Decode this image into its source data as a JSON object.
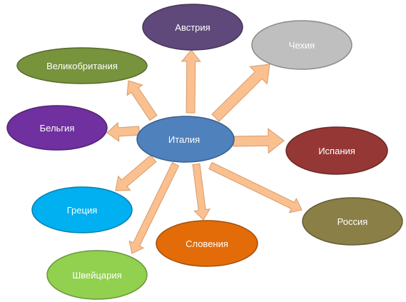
{
  "diagram": {
    "center": {
      "label": "Италия",
      "fill": "#4f81bd",
      "stroke": "#385d8a"
    },
    "nodes": [
      {
        "id": "avstriya",
        "label": "Австрия",
        "fill": "#5f497a"
      },
      {
        "id": "chehiya",
        "label": "Чехия",
        "fill": "#bfbfbf"
      },
      {
        "id": "velikobritaniya",
        "label": "Великобритания",
        "fill": "#77933c"
      },
      {
        "id": "belgiya",
        "label": "Бельгия",
        "fill": "#7030a0"
      },
      {
        "id": "ispaniya",
        "label": "Испания",
        "fill": "#953735"
      },
      {
        "id": "greciya",
        "label": "Греция",
        "fill": "#00b0f0"
      },
      {
        "id": "rossiya",
        "label": "Россия",
        "fill": "#8a7f47"
      },
      {
        "id": "sloveniya",
        "label": "Словения",
        "fill": "#e36c09"
      },
      {
        "id": "shveycariya",
        "label": "Швейцария",
        "fill": "#92d050"
      }
    ],
    "arrow_color": "#fac090",
    "arrow_stroke": "#d79b6a"
  }
}
